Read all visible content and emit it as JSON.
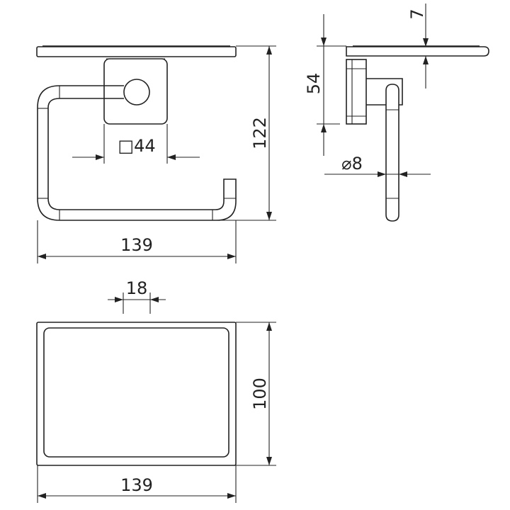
{
  "drawing": {
    "front_view": {
      "mount_size_label": "□44",
      "height_label": "122",
      "width_label": "139"
    },
    "side_view": {
      "mount_height_label": "54",
      "shelf_thickness_label": "7",
      "rod_diameter_label": "⌀8"
    },
    "top_view": {
      "offset_label": "18",
      "depth_label": "100",
      "width_label": "139"
    },
    "line_color": "#222222"
  }
}
